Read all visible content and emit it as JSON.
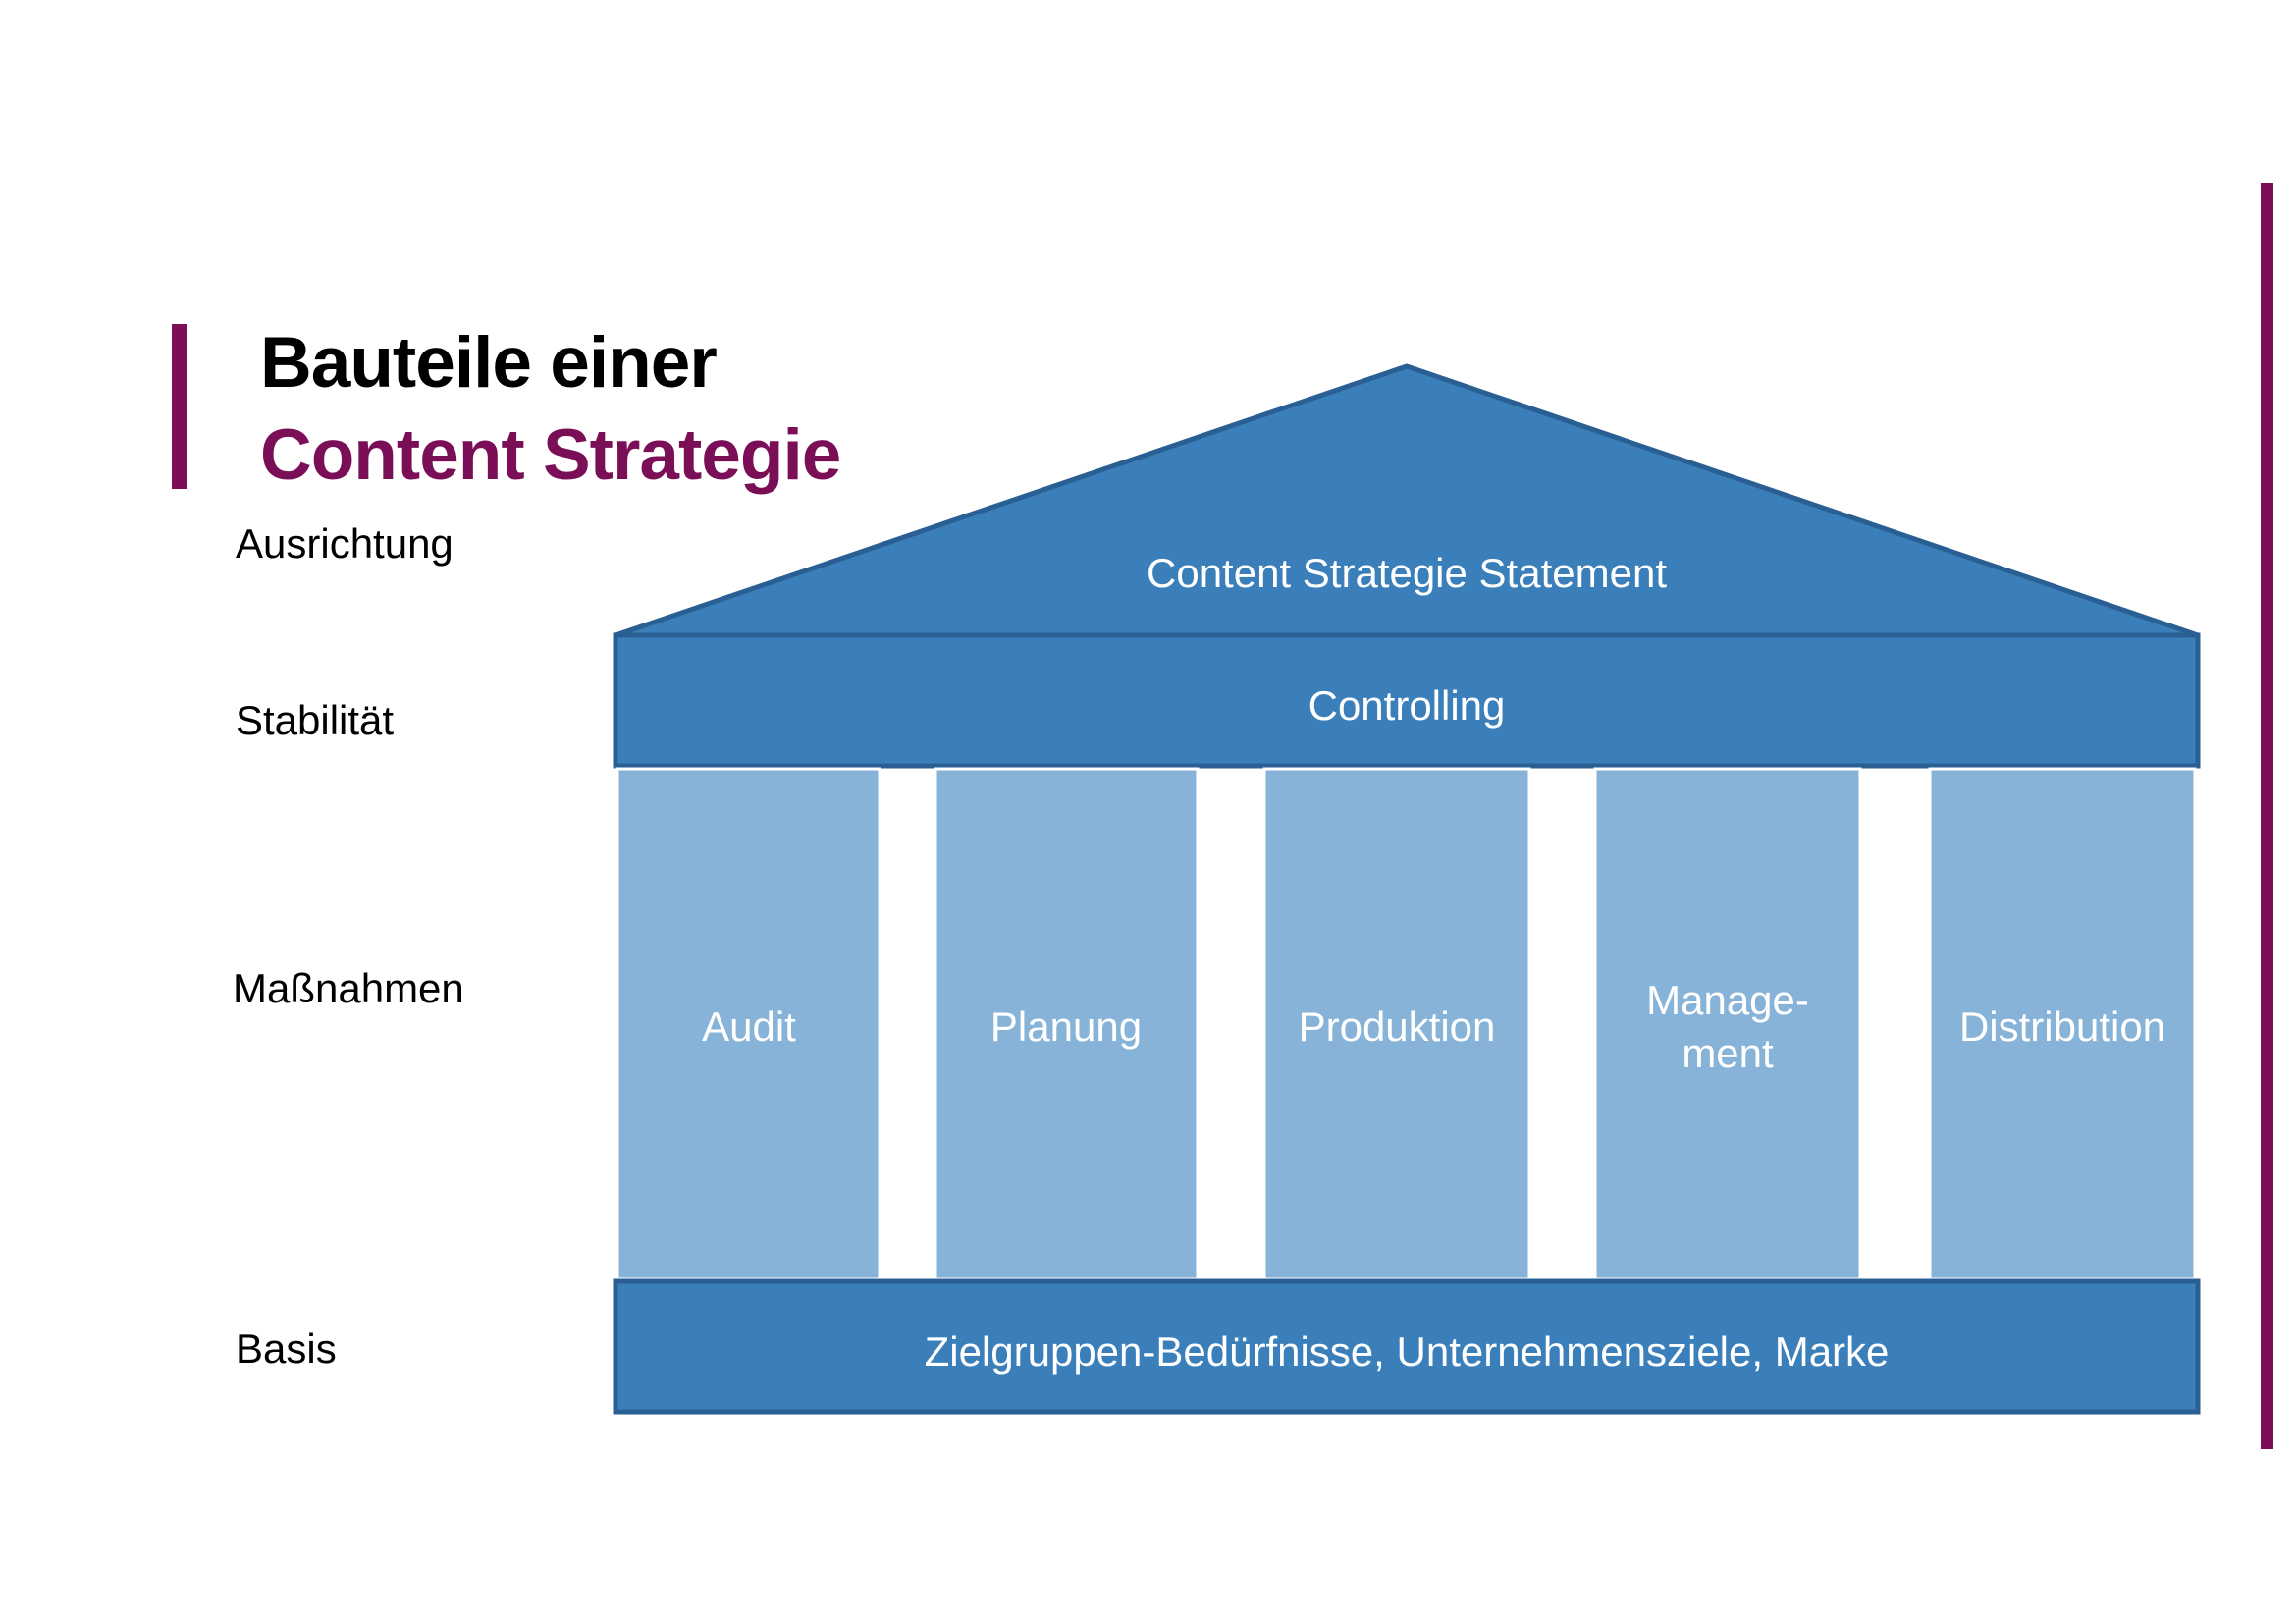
{
  "title": {
    "line1": "Bauteile einer",
    "line2": "Content Strategie"
  },
  "levels": {
    "ausrichtung": "Ausrichtung",
    "stabilitaet": "Stabilität",
    "massnahmen": "Maßnahmen",
    "basis": "Basis"
  },
  "house": {
    "roof": "Content Strategie Statement",
    "beam": "Controlling",
    "pillars": [
      {
        "line1": "Audit",
        "line2": ""
      },
      {
        "line1": "Planung",
        "line2": ""
      },
      {
        "line1": "Produktion",
        "line2": ""
      },
      {
        "line1": "Manage-",
        "line2": "ment"
      },
      {
        "line1": "Distribution",
        "line2": ""
      }
    ],
    "foundation": "Zielgruppen-Bedürfnisse, Unternehmensziele, Marke"
  },
  "colors": {
    "accent": "#7a0f57",
    "dark_blue": "#3b7fba",
    "light_blue": "#88b3d8",
    "outline": "#2a5f93"
  }
}
